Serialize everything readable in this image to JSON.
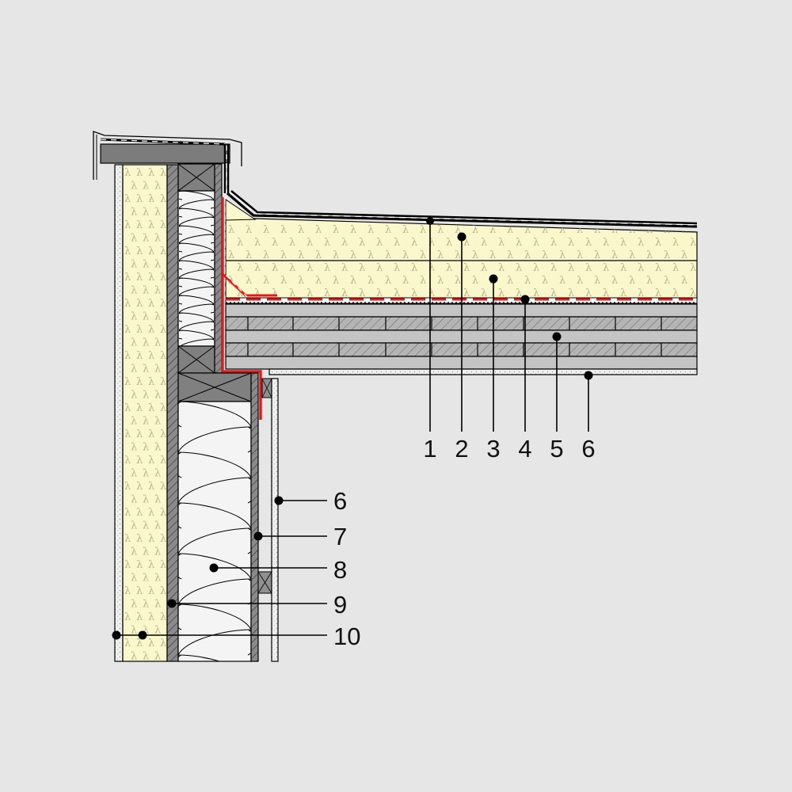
{
  "labels": {
    "roof": [
      "1",
      "2",
      "3",
      "4",
      "5",
      "6"
    ],
    "wall": [
      "6",
      "7",
      "8",
      "9",
      "10"
    ]
  },
  "symbols": {
    "lambda": "λ"
  },
  "colors": {
    "background": "#e6e6e6",
    "insulation_board": "#fbf7cd",
    "membrane_red": "#e41a1a",
    "timber_dark": "#808080",
    "clt_grey": "#c4c4c4",
    "plaster": "#eeeeee",
    "line": "#000000"
  }
}
